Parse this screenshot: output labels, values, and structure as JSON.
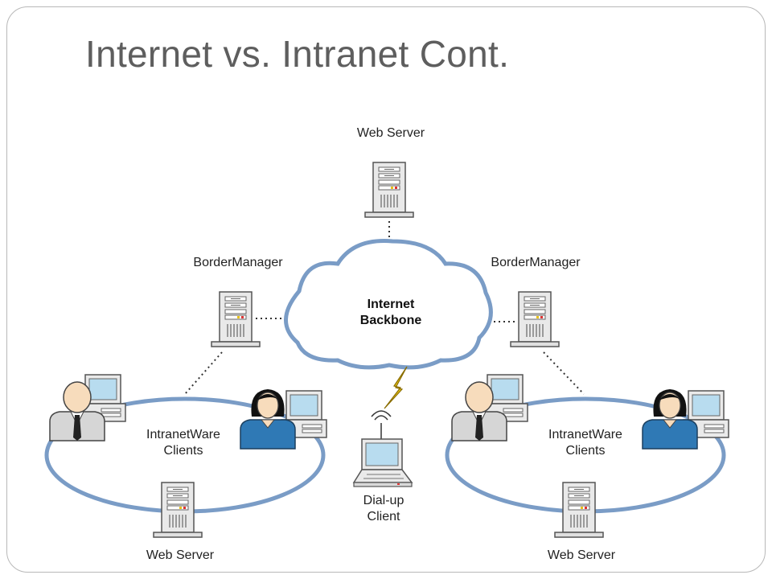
{
  "slide": {
    "title": "Internet vs. Intranet Cont."
  },
  "diagram": {
    "cloud": {
      "line1": "Internet",
      "line2": "Backbone"
    },
    "top_server": "Web Server",
    "left_border_manager": "BorderManager",
    "right_border_manager": "BorderManager",
    "left_clients": {
      "line1": "IntranetWare",
      "line2": "Clients"
    },
    "right_clients": {
      "line1": "IntranetWare",
      "line2": "Clients"
    },
    "left_bottom_server": "Web Server",
    "right_bottom_server": "Web Server",
    "dialup": {
      "line1": "Dial-up",
      "line2": "Client"
    }
  },
  "colors": {
    "ring": "#7a9cc6",
    "cloud_fill": "#ffffff",
    "cloud_stroke": "#7a9cc6",
    "person_blue": "#2f79b5",
    "lightning": "#e8c21a",
    "screen": "#b8dcef"
  },
  "icons": [
    "server-icon",
    "cloud-icon",
    "desktop-computer-icon",
    "man-user-icon",
    "woman-user-icon",
    "laptop-icon",
    "lightning-icon",
    "wireless-signal-icon"
  ]
}
